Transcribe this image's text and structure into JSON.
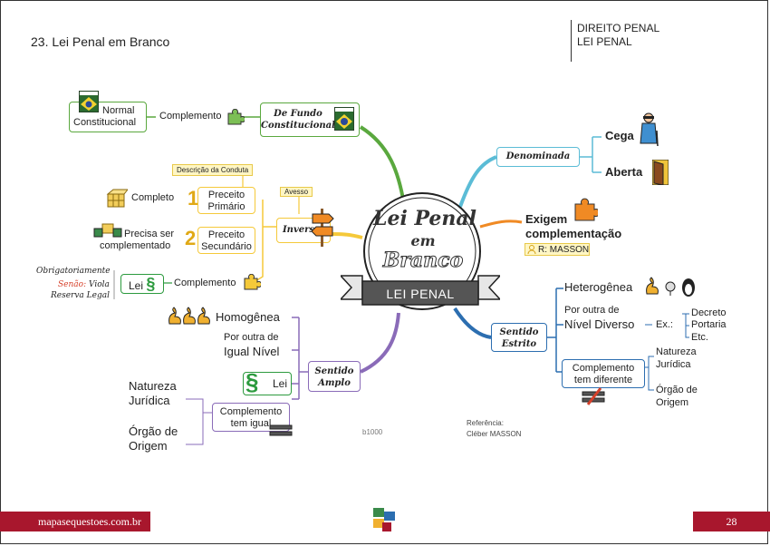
{
  "header": {
    "page_title": "23. Lei Penal em Branco",
    "subject_line1": "DIREITO PENAL",
    "subject_line2": "LEI PENAL"
  },
  "center": {
    "line1": "Lei Penal",
    "line2": "em",
    "line3": "Branco",
    "ribbon": "LEI PENAL"
  },
  "branches": {
    "fundo": {
      "label_line1": "De Fundo",
      "label_line2": "Constitucional",
      "complemento": "Complemento",
      "normal_line1": "Normal",
      "normal_line2": "Constitucional"
    },
    "inversa": {
      "label": "Inversa",
      "avesso": "Avesso",
      "descricao": "Descrição da Conduta",
      "num1": "1",
      "preceito1_line1": "Preceito",
      "preceito1_line2": "Primário",
      "completo": "Completo",
      "num2": "2",
      "preceito2_line1": "Preceito",
      "preceito2_line2": "Secundário",
      "precisa_line1": "Precisa ser",
      "precisa_line2": "complementado",
      "lei": "Lei",
      "complemento": "Complemento",
      "obrigatoriamente": "Obrigatoriamente",
      "senao_red": "Senão:",
      "senao_rest": "Viola",
      "reserva": "Reserva Legal"
    },
    "denominada": {
      "label": "Denominada",
      "cega": "Cega",
      "aberta": "Aberta"
    },
    "exigem": {
      "line1": "Exigem",
      "line2": "complementação",
      "ref": "R: MASSON"
    },
    "estrito": {
      "label_line1": "Sentido",
      "label_line2": "Estrito",
      "heterogenea": "Heterogênea",
      "por_outra": "Por outra de",
      "nivel_diverso": "Nível Diverso",
      "ex": "Ex.:",
      "ex_items": [
        "Decreto",
        "Portaria",
        "Etc."
      ],
      "complemento_line1": "Complemento",
      "complemento_line2": "tem diferente",
      "natureza_line1": "Natureza",
      "natureza_line2": "Jurídica",
      "orgao_line1": "Órgão de",
      "orgao_line2": "Origem"
    },
    "amplo": {
      "label_line1": "Sentido",
      "label_line2": "Amplo",
      "homogenea": "Homogênea",
      "por_outra": "Por outra de",
      "igual_nivel": "Igual Nível",
      "lei": "Lei",
      "complemento_line1": "Complemento",
      "complemento_line2": "tem igual",
      "natureza_line1": "Natureza",
      "natureza_line2": "Jurídica",
      "orgao_line1": "Órgão de",
      "orgao_line2": "Origem"
    }
  },
  "misc": {
    "code": "b1000",
    "ref_label": "Referência:",
    "ref_name": "Cléber MASSON"
  },
  "footer": {
    "site": "mapasequestoes.com.br",
    "page": "28"
  },
  "colors": {
    "green_branch": "#5aa83e",
    "blue_branch": "#5bbcd6",
    "orange_branch": "#f08a24",
    "yellow_branch": "#f5c93a",
    "navy_branch": "#2c6eb0",
    "purple_branch": "#8a6bb8",
    "footer_red": "#a8172d"
  },
  "icons": [
    "constitution-book-icon",
    "puzzle-piece-icon",
    "cubes-icon",
    "signpost-icon",
    "blind-man-icon",
    "door-icon",
    "swan-icon",
    "penguin-icon",
    "section-sign-icon"
  ]
}
